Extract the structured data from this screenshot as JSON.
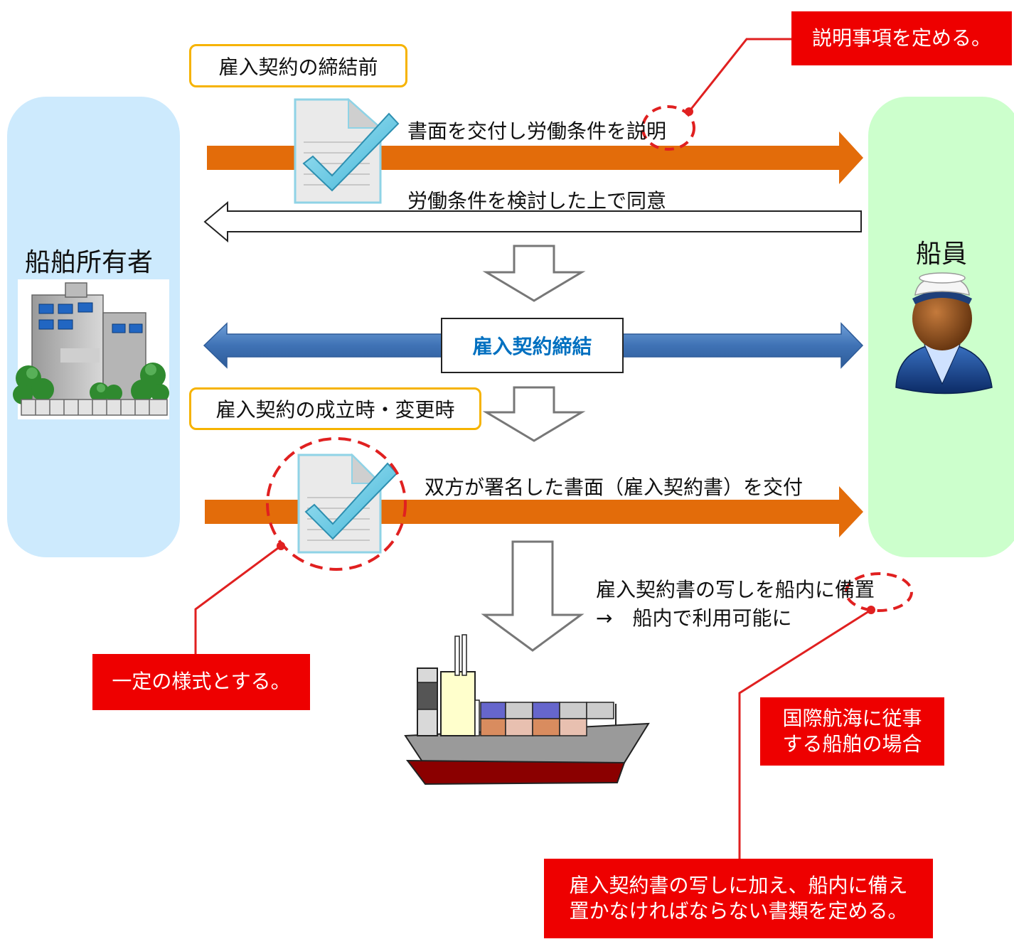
{
  "before_contract_label": "雇入契約の締結前",
  "after_contract_label": "雇入契約の成立時・変更時",
  "owner_title": "船舶所有者",
  "crew_title": "船員",
  "arrow1_text": "書面を交付し労働条件を説明",
  "arrow2_text": "労働条件を検討した上で同意",
  "contract_center": "雇入契約締結",
  "arrow3_text": "双方が署名した書面（雇入契約書）を交付",
  "keep_line1": "雇入契約書の写しを船内に備置",
  "keep_line2": "→　船内で利用可能に",
  "note_explain": "説明事項を定める。",
  "note_format": "一定の様式とする。",
  "note_international": "国際航海に従事\nする船舶の場合",
  "note_documents": "雇入契約書の写しに加え、船内に備え\n置かなければならない書類を定める。",
  "colors": {
    "owner_panel": "#cdeafd",
    "crew_panel": "#ccffcc",
    "orange_arrow": "#e36c0a",
    "blue_arrow": "#4a7ebb",
    "red_note": "#ee0000",
    "label_border": "#f6b300"
  },
  "icons": [
    "document-check-icon",
    "building-icon",
    "sailor-icon",
    "container-ship-icon"
  ]
}
